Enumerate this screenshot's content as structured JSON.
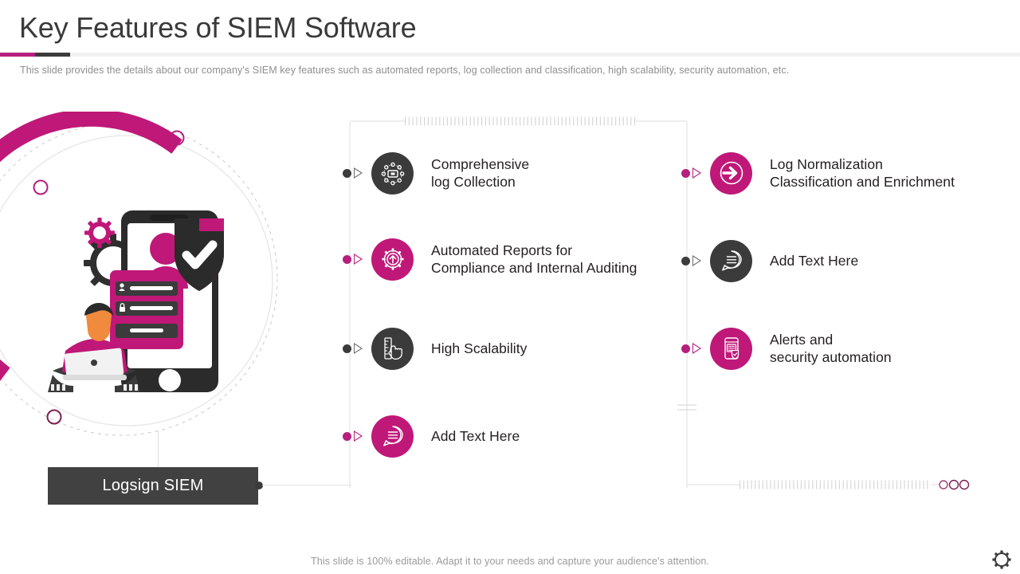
{
  "header": {
    "title": "Key Features of SIEM Software",
    "subtitle": "This slide provides the details about our company's SIEM key features such as automated reports, log collection and classification, high scalability, security automation, etc.",
    "accent_pink": "#b51f7d",
    "accent_dark": "#3b3b3b"
  },
  "illustration": {
    "name": "person-with-laptop-mobile-login-security-illustration",
    "elements": [
      "magenta-arc",
      "dashed-circle",
      "thin-circle",
      "ring-top-right",
      "ring-left",
      "ring-bottom-left",
      "gear-small",
      "gear-large",
      "smartphone",
      "login-card",
      "shield-check",
      "seated-person-laptop"
    ]
  },
  "logsign": {
    "label": "Logsign SIEM",
    "box_color": "#414141",
    "text_color": "#ffffff"
  },
  "features": {
    "left": [
      {
        "label": "Comprehensive\nlog Collection",
        "icon": "network-hub-icon",
        "badge_style": "dark",
        "marker_style": "dark"
      },
      {
        "label": "Automated Reports for\nCompliance and Internal Auditing",
        "icon": "gear-upload-icon",
        "badge_style": "pink",
        "marker_style": "pink"
      },
      {
        "label": "High Scalability",
        "icon": "hand-ruler-scale-icon",
        "badge_style": "dark",
        "marker_style": "dark"
      },
      {
        "label": "Add Text Here",
        "icon": "chat-bubble-lines-icon",
        "badge_style": "pink",
        "marker_style": "pink"
      }
    ],
    "right": [
      {
        "label": "Log Normalization\nClassification and Enrichment",
        "icon": "arrow-into-circle-icon",
        "badge_style": "pink",
        "marker_style": "pink"
      },
      {
        "label": "Add Text Here",
        "icon": "chat-bubble-lines-icon",
        "badge_style": "dark",
        "marker_style": "dark"
      },
      {
        "label": "Alerts and\nsecurity automation",
        "icon": "mobile-shield-alert-icon",
        "badge_style": "pink",
        "marker_style": "pink"
      }
    ]
  },
  "decor": {
    "hatched_top_label": "hatched-connector-top",
    "hatched_bottom_label": "hatched-connector-bottom",
    "bottom_rings": 3
  },
  "footer": {
    "note": "This slide is 100% editable. Adapt it to your needs and capture your audience's attention.",
    "icon": "gear-icon"
  }
}
